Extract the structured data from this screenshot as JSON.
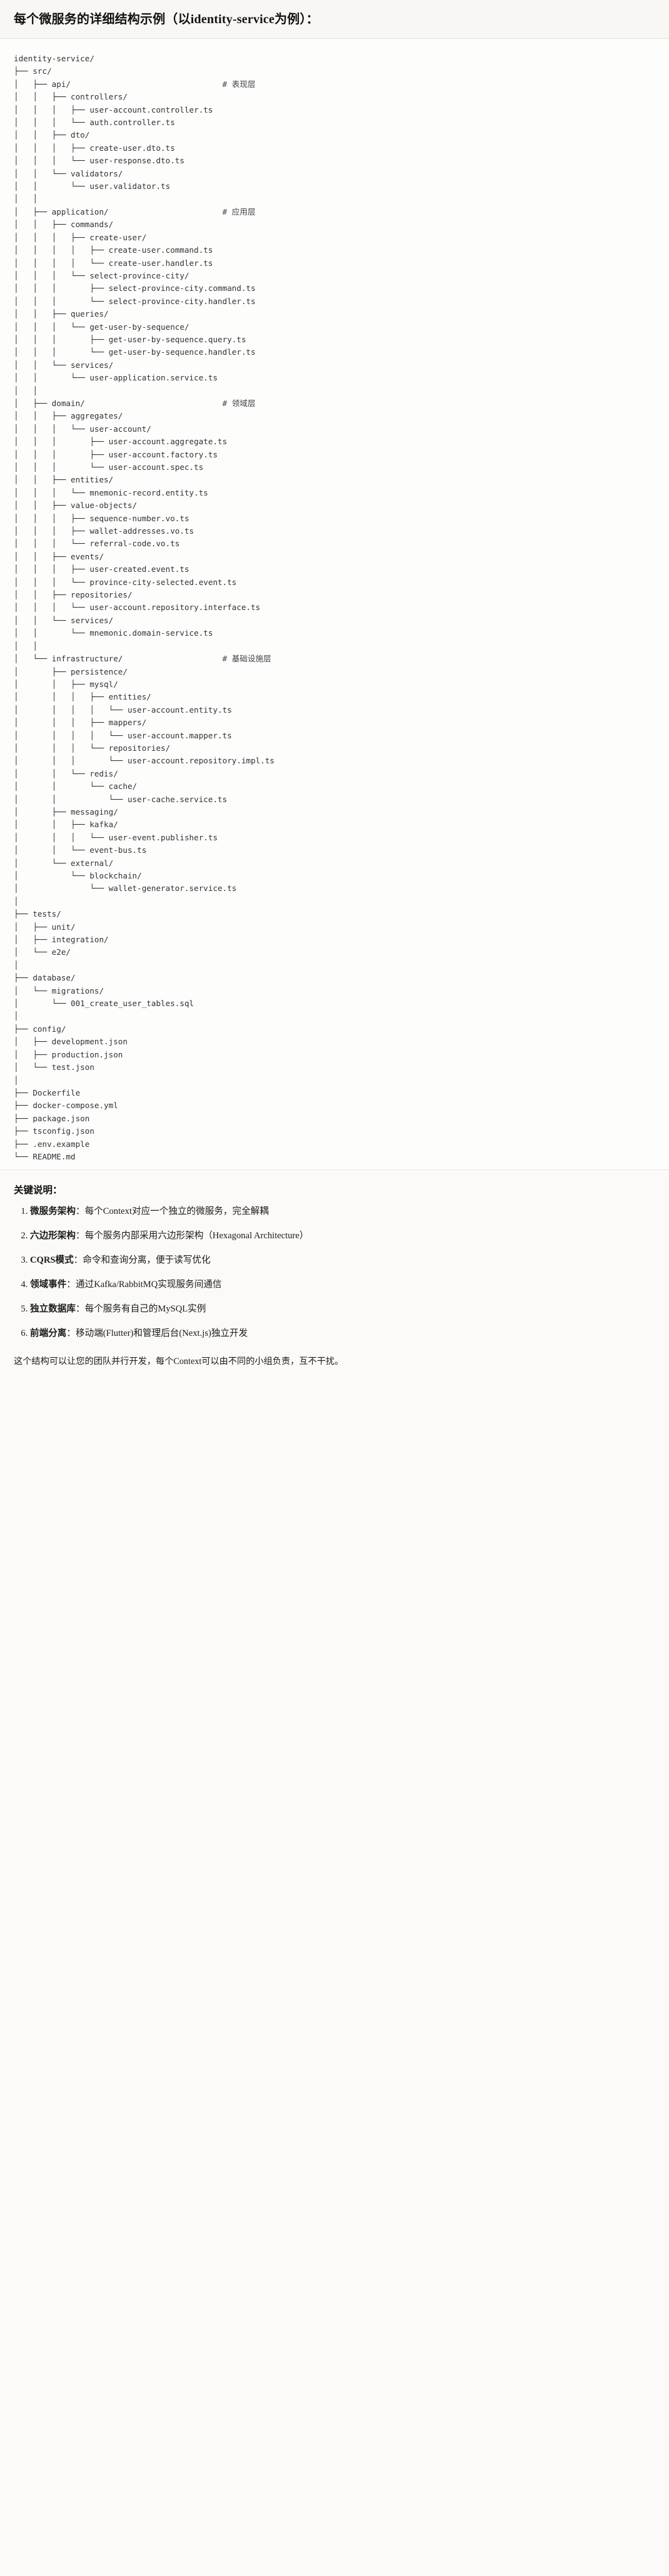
{
  "header": {
    "title": "每个微服务的详细结构示例（以identity-service为例）："
  },
  "tree": {
    "root": "identity-service/",
    "lines": [
      {
        "text": "identity-service/",
        "comment": ""
      },
      {
        "text": "├── src/",
        "comment": ""
      },
      {
        "text": "│   ├── api/",
        "comment": "# 表现层"
      },
      {
        "text": "│   │   ├── controllers/",
        "comment": ""
      },
      {
        "text": "│   │   │   ├── user-account.controller.ts",
        "comment": ""
      },
      {
        "text": "│   │   │   └── auth.controller.ts",
        "comment": ""
      },
      {
        "text": "│   │   ├── dto/",
        "comment": ""
      },
      {
        "text": "│   │   │   ├── create-user.dto.ts",
        "comment": ""
      },
      {
        "text": "│   │   │   └── user-response.dto.ts",
        "comment": ""
      },
      {
        "text": "│   │   └── validators/",
        "comment": ""
      },
      {
        "text": "│   │       └── user.validator.ts",
        "comment": ""
      },
      {
        "text": "│   │",
        "comment": ""
      },
      {
        "text": "│   ├── application/",
        "comment": "# 应用层"
      },
      {
        "text": "│   │   ├── commands/",
        "comment": ""
      },
      {
        "text": "│   │   │   ├── create-user/",
        "comment": ""
      },
      {
        "text": "│   │   │   │   ├── create-user.command.ts",
        "comment": ""
      },
      {
        "text": "│   │   │   │   └── create-user.handler.ts",
        "comment": ""
      },
      {
        "text": "│   │   │   └── select-province-city/",
        "comment": ""
      },
      {
        "text": "│   │   │       ├── select-province-city.command.ts",
        "comment": ""
      },
      {
        "text": "│   │   │       └── select-province-city.handler.ts",
        "comment": ""
      },
      {
        "text": "│   │   ├── queries/",
        "comment": ""
      },
      {
        "text": "│   │   │   └── get-user-by-sequence/",
        "comment": ""
      },
      {
        "text": "│   │   │       ├── get-user-by-sequence.query.ts",
        "comment": ""
      },
      {
        "text": "│   │   │       └── get-user-by-sequence.handler.ts",
        "comment": ""
      },
      {
        "text": "│   │   └── services/",
        "comment": ""
      },
      {
        "text": "│   │       └── user-application.service.ts",
        "comment": ""
      },
      {
        "text": "│   │",
        "comment": ""
      },
      {
        "text": "│   ├── domain/",
        "comment": "# 领域层"
      },
      {
        "text": "│   │   ├── aggregates/",
        "comment": ""
      },
      {
        "text": "│   │   │   └── user-account/",
        "comment": ""
      },
      {
        "text": "│   │   │       ├── user-account.aggregate.ts",
        "comment": ""
      },
      {
        "text": "│   │   │       ├── user-account.factory.ts",
        "comment": ""
      },
      {
        "text": "│   │   │       └── user-account.spec.ts",
        "comment": ""
      },
      {
        "text": "│   │   ├── entities/",
        "comment": ""
      },
      {
        "text": "│   │   │   └── mnemonic-record.entity.ts",
        "comment": ""
      },
      {
        "text": "│   │   ├── value-objects/",
        "comment": ""
      },
      {
        "text": "│   │   │   ├── sequence-number.vo.ts",
        "comment": ""
      },
      {
        "text": "│   │   │   ├── wallet-addresses.vo.ts",
        "comment": ""
      },
      {
        "text": "│   │   │   └── referral-code.vo.ts",
        "comment": ""
      },
      {
        "text": "│   │   ├── events/",
        "comment": ""
      },
      {
        "text": "│   │   │   ├── user-created.event.ts",
        "comment": ""
      },
      {
        "text": "│   │   │   └── province-city-selected.event.ts",
        "comment": ""
      },
      {
        "text": "│   │   ├── repositories/",
        "comment": ""
      },
      {
        "text": "│   │   │   └── user-account.repository.interface.ts",
        "comment": ""
      },
      {
        "text": "│   │   └── services/",
        "comment": ""
      },
      {
        "text": "│   │       └── mnemonic.domain-service.ts",
        "comment": ""
      },
      {
        "text": "│   │",
        "comment": ""
      },
      {
        "text": "│   └── infrastructure/",
        "comment": "# 基础设施层"
      },
      {
        "text": "│       ├── persistence/",
        "comment": ""
      },
      {
        "text": "│       │   ├── mysql/",
        "comment": ""
      },
      {
        "text": "│       │   │   ├── entities/",
        "comment": ""
      },
      {
        "text": "│       │   │   │   └── user-account.entity.ts",
        "comment": ""
      },
      {
        "text": "│       │   │   ├── mappers/",
        "comment": ""
      },
      {
        "text": "│       │   │   │   └── user-account.mapper.ts",
        "comment": ""
      },
      {
        "text": "│       │   │   └── repositories/",
        "comment": ""
      },
      {
        "text": "│       │   │       └── user-account.repository.impl.ts",
        "comment": ""
      },
      {
        "text": "│       │   └── redis/",
        "comment": ""
      },
      {
        "text": "│       │       └── cache/",
        "comment": ""
      },
      {
        "text": "│       │           └── user-cache.service.ts",
        "comment": ""
      },
      {
        "text": "│       ├── messaging/",
        "comment": ""
      },
      {
        "text": "│       │   ├── kafka/",
        "comment": ""
      },
      {
        "text": "│       │   │   └── user-event.publisher.ts",
        "comment": ""
      },
      {
        "text": "│       │   └── event-bus.ts",
        "comment": ""
      },
      {
        "text": "│       └── external/",
        "comment": ""
      },
      {
        "text": "│           └── blockchain/",
        "comment": ""
      },
      {
        "text": "│               └── wallet-generator.service.ts",
        "comment": ""
      },
      {
        "text": "│",
        "comment": ""
      },
      {
        "text": "├── tests/",
        "comment": ""
      },
      {
        "text": "│   ├── unit/",
        "comment": ""
      },
      {
        "text": "│   ├── integration/",
        "comment": ""
      },
      {
        "text": "│   └── e2e/",
        "comment": ""
      },
      {
        "text": "│",
        "comment": ""
      },
      {
        "text": "├── database/",
        "comment": ""
      },
      {
        "text": "│   └── migrations/",
        "comment": ""
      },
      {
        "text": "│       └── 001_create_user_tables.sql",
        "comment": ""
      },
      {
        "text": "│",
        "comment": ""
      },
      {
        "text": "├── config/",
        "comment": ""
      },
      {
        "text": "│   ├── development.json",
        "comment": ""
      },
      {
        "text": "│   ├── production.json",
        "comment": ""
      },
      {
        "text": "│   └── test.json",
        "comment": ""
      },
      {
        "text": "│",
        "comment": ""
      },
      {
        "text": "├── Dockerfile",
        "comment": ""
      },
      {
        "text": "├── docker-compose.yml",
        "comment": ""
      },
      {
        "text": "├── package.json",
        "comment": ""
      },
      {
        "text": "├── tsconfig.json",
        "comment": ""
      },
      {
        "text": "├── .env.example",
        "comment": ""
      },
      {
        "text": "└── README.md",
        "comment": ""
      }
    ]
  },
  "notes": {
    "heading": "关键说明：",
    "items": [
      {
        "term": "微服务架构",
        "sep": "：",
        "desc": "每个Context对应一个独立的微服务，完全解耦"
      },
      {
        "term": "六边形架构",
        "sep": "：",
        "desc": "每个服务内部采用六边形架构（Hexagonal Architecture）"
      },
      {
        "term": "CQRS模式",
        "sep": "：",
        "desc": "命令和查询分离，便于读写优化"
      },
      {
        "term": "领域事件",
        "sep": "：",
        "desc": "通过Kafka/RabbitMQ实现服务间通信"
      },
      {
        "term": "独立数据库",
        "sep": "：",
        "desc": "每个服务有自己的MySQL实例"
      },
      {
        "term": "前端分离",
        "sep": "：",
        "desc": "移动端(Flutter)和管理后台(Next.js)独立开发"
      }
    ],
    "closing": "这个结构可以让您的团队并行开发，每个Context可以由不同的小组负责，互不干扰。"
  },
  "colors": {
    "page_background": "#fbfaf8",
    "header_background": "#f8f7f3",
    "code_background": "#fdfdfb",
    "text": "#1c1c1c",
    "code_text": "#2f3337",
    "divider": "#e3e1db"
  }
}
